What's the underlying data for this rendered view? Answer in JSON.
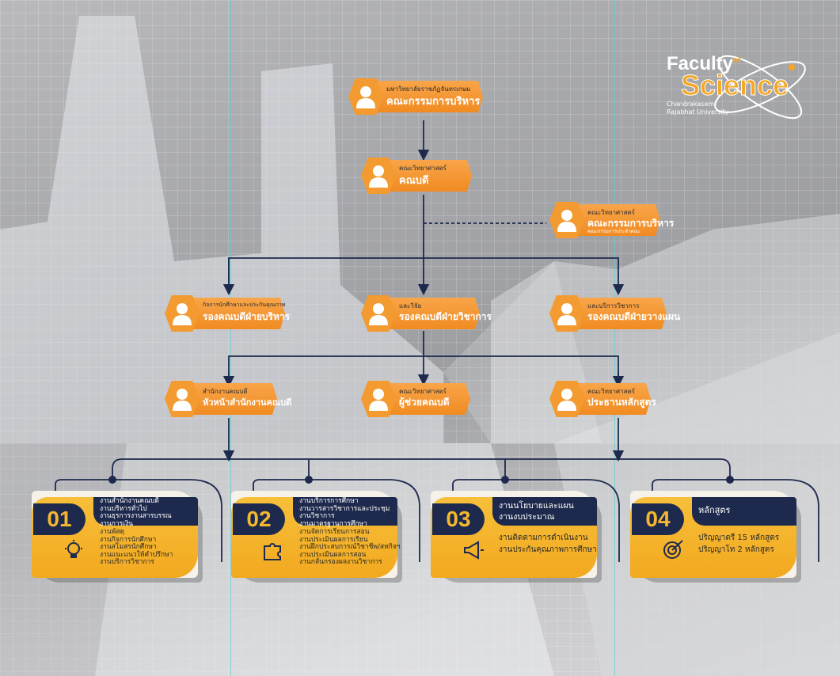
{
  "logo": {
    "line1": "Faculty",
    "of": "of",
    "line2": "Science",
    "line3": "Chandrakasem",
    "line4": "Rajabhat University"
  },
  "org": {
    "board": {
      "small": "มหาวิทยาลัยราชภัฏจันทรเกษม",
      "title": "คณะกรรมการบริหาร"
    },
    "dean": {
      "small": "คณะวิทยาศาสตร์",
      "title": "คณบดี"
    },
    "faculty_board": {
      "small": "คณะวิทยาศาสตร์",
      "title": "คณะกรรมการบริหาร",
      "tiny": "คณะกรรมการประจำคณะ"
    },
    "vp_admin": {
      "small": "กิจการนักศึกษาและประกันคุณภาพ",
      "title": "รองคณบดีฝ่ายบริหาร"
    },
    "vp_academic": {
      "small": "และวิจัย",
      "title": "รองคณบดีฝ่ายวิชาการ"
    },
    "vp_plan": {
      "small": "และบริการวิชาการ",
      "title": "รองคณบดีฝ่ายวางแผน"
    },
    "office_head": {
      "small": "สำนักงานคณบดี",
      "title": "หัวหน้าสำนักงานคณบดี"
    },
    "assistant_dean": {
      "small": "คณะวิทยาศาสตร์",
      "title": "ผู้ช่วยคณบดี"
    },
    "program_chair": {
      "small": "คณะวิทยาศาสตร์",
      "title": "ประธานหลักสูตร"
    }
  },
  "cards": [
    {
      "num": "01",
      "head": [
        "งานสำนักงานคณบดี",
        "งานบริหารทั่วไป",
        "งานธุรการงานสารบรรณ",
        "งานการเงิน"
      ],
      "foot": [
        "งานพัสดุ",
        "งานกิจการนักศึกษา",
        "งานสโมสรนักศึกษา",
        "งานแนะแนวให้คำปรึกษา",
        "งานบริการวิชาการ"
      ],
      "icon": "lightbulb-icon"
    },
    {
      "num": "02",
      "head": [
        "งานบริการการศึกษา",
        "งานวารสารวิชาการและประชุม",
        "งานวิชาการ",
        "งานมาตรฐานการศึกษา"
      ],
      "foot": [
        "งานจัดการเรียนการสอน",
        "งานประเมินผลการเรียน",
        "งานฝึกประสบการณ์วิชาชีพ/สหกิจฯ",
        "งานประเมินผลการสอน",
        "งานกลั่นกรองผลงานวิชาการ"
      ],
      "icon": "puzzle-icon"
    },
    {
      "num": "03",
      "head": [
        "งานนโยบายและแผน",
        "งานงบประมาณ"
      ],
      "foot": [
        "งานติดตามการดำเนินงาน",
        "งานประกันคุณภาพการศึกษา"
      ],
      "icon": "megaphone-icon"
    },
    {
      "num": "04",
      "head": [
        "หลักสูตร"
      ],
      "foot": [
        "ปริญญาตรี 15 หลักสูตร",
        "ปริญญาโท 2 หลักสูตร"
      ],
      "icon": "target-icon"
    }
  ],
  "colors": {
    "orange": "#f18b22",
    "navy": "#1e2a4d",
    "yellow": "#f5b730",
    "connector": "#1e2a4d"
  }
}
